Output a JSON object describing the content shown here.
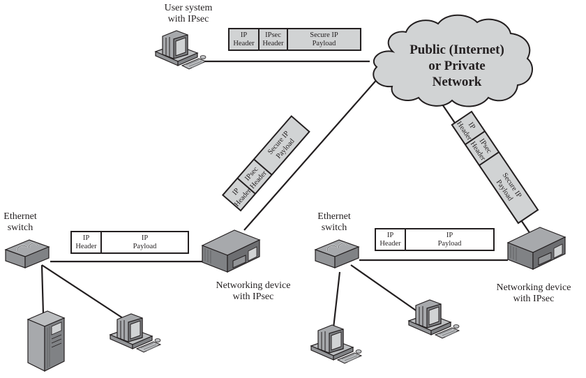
{
  "labels": {
    "user_system": [
      "User system",
      "with IPsec"
    ],
    "cloud": [
      "Public (Internet)",
      "or Private",
      "Network"
    ],
    "switch_left": [
      "Ethernet",
      "switch"
    ],
    "switch_right": [
      "Ethernet",
      "switch"
    ],
    "net_device_left": [
      "Networking device",
      "with IPsec"
    ],
    "net_device_right": [
      "Networking device",
      "with IPsec"
    ]
  },
  "packets": {
    "secure": [
      {
        "lines": [
          "IP",
          "Header"
        ]
      },
      {
        "lines": [
          "IPsec",
          "Header"
        ]
      },
      {
        "lines": [
          "Secure IP",
          "Payload"
        ]
      }
    ],
    "plain": [
      {
        "lines": [
          "IP",
          "Header"
        ]
      },
      {
        "lines": [
          "IP",
          "Payload"
        ]
      }
    ]
  },
  "colors": {
    "device_fill": "#a7a9ac",
    "cloud_fill": "#d1d3d4",
    "packet_fill": "#d1d3d4",
    "line": "#231f20"
  }
}
